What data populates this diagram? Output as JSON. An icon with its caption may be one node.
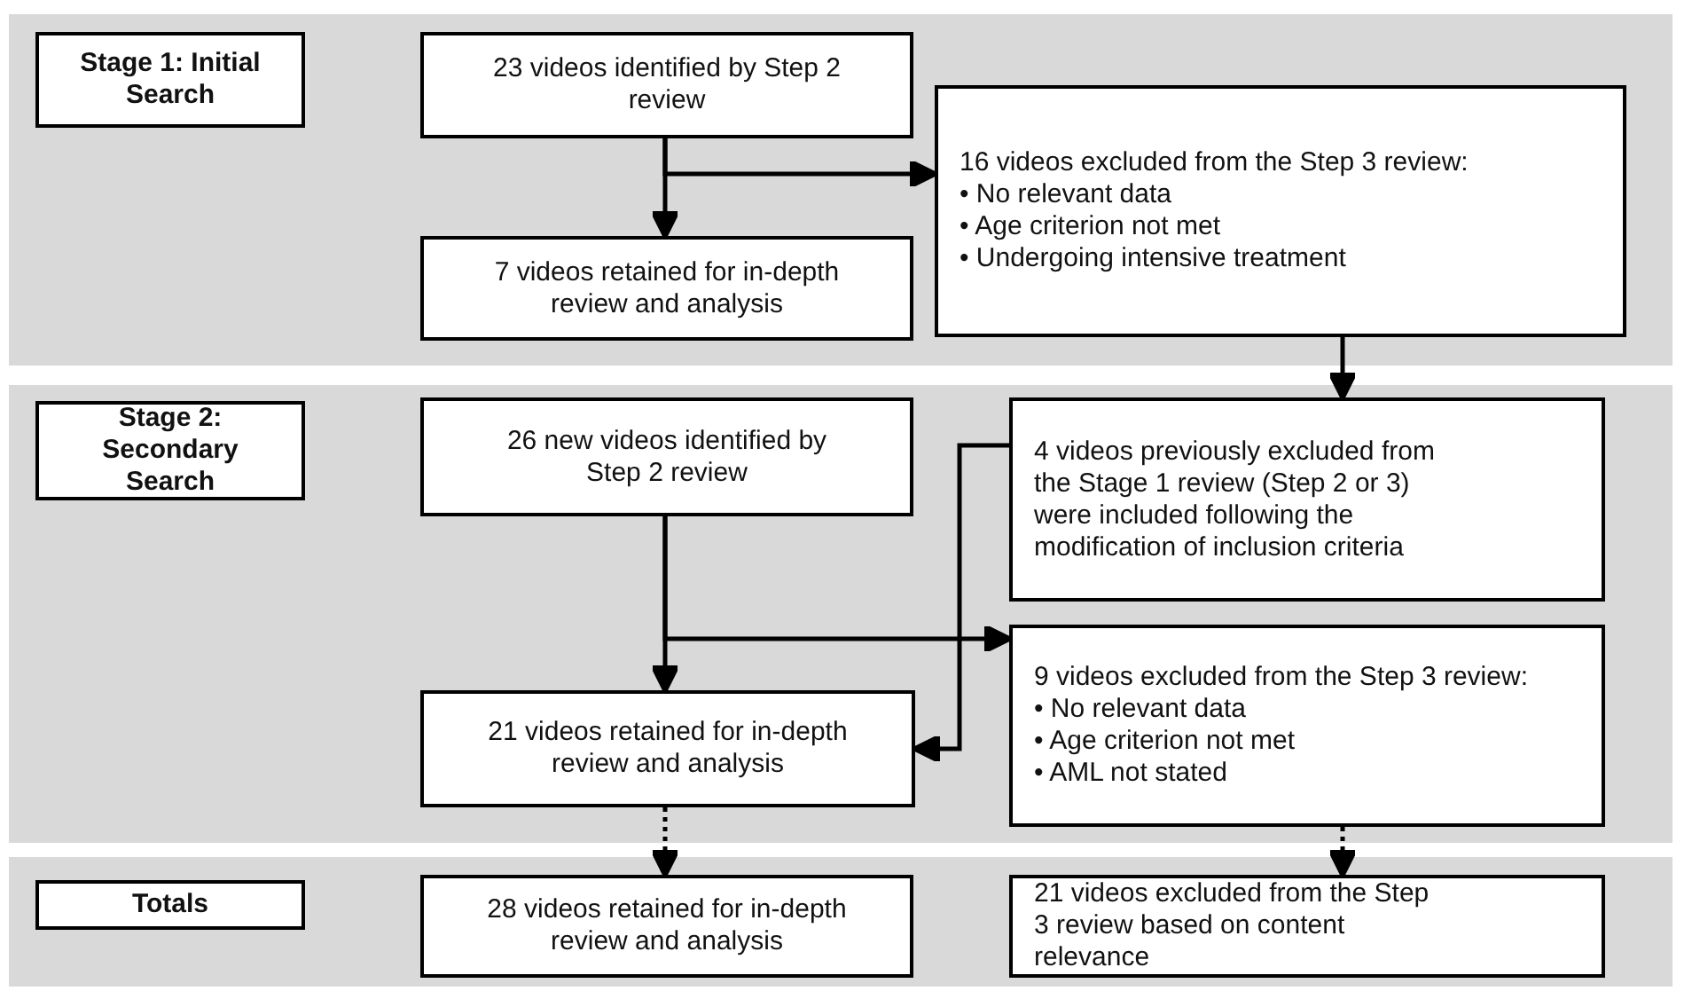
{
  "diagram": {
    "nodes": [
      {
        "text": [
          "Stage 1: Initial Search"
        ]
      },
      {
        "text": [
          "23 videos identified by Step 2 review"
        ]
      },
      {
        "text": [
          "7 videos retained for in-depth review and analysis"
        ]
      },
      {
        "text": [
          "16 videos excluded from the Step 3 review:",
          "• No relevant data",
          "• Age criterion not met",
          "• Undergoing intensive treatment"
        ]
      },
      {
        "text": [
          "Stage 2: Secondary Search"
        ]
      },
      {
        "text": [
          "26 new videos identified by Step 2 review"
        ]
      },
      {
        "text": [
          "4 videos previously excluded from the Stage 1 review (Step 2 or 3) were included following the modification of inclusion criteria"
        ]
      },
      {
        "text": [
          "9 videos excluded from the Step 3 review:",
          "• No relevant data",
          "• Age criterion not met",
          "• AML not stated"
        ]
      },
      {
        "text": [
          "21 videos retained for in-depth review and analysis"
        ]
      },
      {
        "text": [
          "Totals"
        ]
      },
      {
        "text": [
          "28 videos retained for in-depth review and analysis"
        ]
      },
      {
        "text": [
          "21 videos excluded from the Step 3 review based on content relevance"
        ]
      }
    ],
    "edges": [
      {
        "from": 1,
        "to": 2,
        "arrow": "to"
      },
      {
        "from": 1,
        "to": 3,
        "arrow": "to"
      },
      {
        "from": 3,
        "to": 6,
        "arrow": "to"
      },
      {
        "from": 5,
        "to": 8,
        "arrow": "to"
      },
      {
        "from": 5,
        "to": 7,
        "arrow": "to"
      },
      {
        "from": 6,
        "to": 8,
        "arrow": "to"
      },
      {
        "from": 8,
        "to": 10,
        "arrow": "to",
        "style": "dashed"
      },
      {
        "from": 7,
        "to": 11,
        "arrow": "to",
        "style": "dashed"
      }
    ]
  }
}
